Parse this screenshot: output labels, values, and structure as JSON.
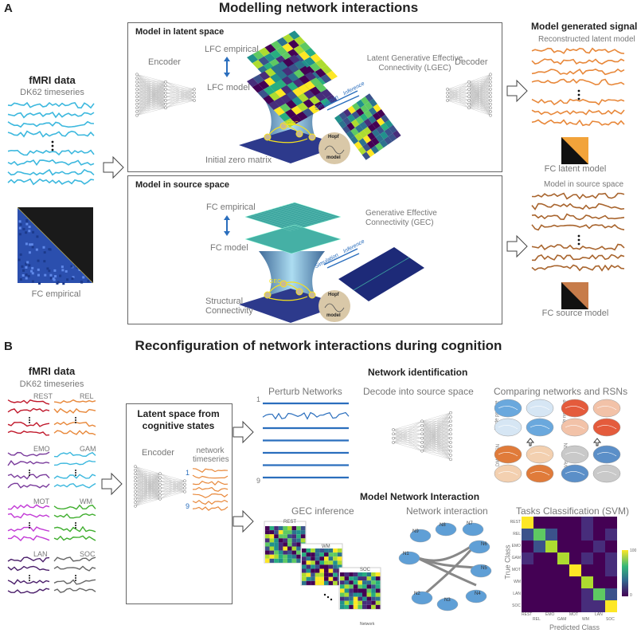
{
  "section_a": {
    "letter": "A",
    "title": "Modelling network interactions",
    "fmri": {
      "title": "fMRI data",
      "subtitle": "DK62 timeseries",
      "fc_label": "FC empirical"
    },
    "latent": {
      "box_title": "Model in latent space",
      "encoder": "Encoder",
      "decoder": "Decoder",
      "lfc_empirical": "LFC empirical",
      "lfc_model": "LFC model",
      "lgec": "Latent Generative Effective Connectivity (LGEC)",
      "inference": "Inference",
      "simulation": "Simulation",
      "lgec_node": "LGEC",
      "hopf": "Hopf",
      "hopf_model": "model",
      "initial": "Initial zero matrix"
    },
    "source": {
      "box_title": "Model in source space",
      "fc_empirical": "FC empirical",
      "fc_model": "FC model",
      "gec": "Generative Effective Connectivity (GEC)",
      "inference": "Inference",
      "simulation": "Simulation",
      "gec_node": "GEC",
      "hopf": "Hopf",
      "hopf_model": "model",
      "structural": "Structural Connectivity"
    },
    "generated": {
      "title": "Model generated signals",
      "latent_label": "Reconstructed latent model",
      "fc_latent": "FC latent model",
      "source_label": "Model in source space",
      "fc_source": "FC source model"
    }
  },
  "section_b": {
    "letter": "B",
    "title": "Reconfiguration of network interactions during cognition",
    "fmri": {
      "title": "fMRI data",
      "subtitle": "DK62 timeseries"
    },
    "tasks": [
      "REST",
      "REL",
      "EMO",
      "GAM",
      "MOT",
      "WM",
      "LAN",
      "SOC"
    ],
    "latent_box": {
      "title": "Latent space from cognitive states",
      "encoder": "Encoder",
      "network": "network timeseries",
      "first": "1",
      "last": "9"
    },
    "network_identification": {
      "title": "Network identification",
      "perturb": "Perturb Networks",
      "p_first": "1",
      "p_last": "9",
      "decode": "Decode into source space",
      "comparing": "Comparing networks and RSNs",
      "mode_positive": "Mode positive",
      "mode_negative": "Mode negative",
      "dmn": "DMN RSN",
      "visual": "Visual RSN"
    },
    "model_interaction": {
      "title": "Model Network Interaction",
      "gec_inference": "GEC inference",
      "mat1": "REST",
      "mat2": "WM",
      "mat3": "SOC",
      "network_axis": "Network",
      "network_interaction": "Network interaction",
      "nodes": [
        "N9",
        "N8",
        "N7",
        "N6",
        "N5",
        "N4",
        "N1",
        "N2",
        "N3"
      ]
    },
    "svm": {
      "title": "Tasks Classification (SVM)",
      "ylabel": "True Class",
      "xlabel": "Predicted Class",
      "cb_max": "100",
      "cb_min": "0"
    }
  },
  "colors": {
    "cyan": "#3cb8de",
    "orange": "#e8883a",
    "brown": "#a8642d",
    "blue": "#2a6ebd",
    "yellow": "#f6e21d",
    "viridis_dark": "#440154"
  }
}
